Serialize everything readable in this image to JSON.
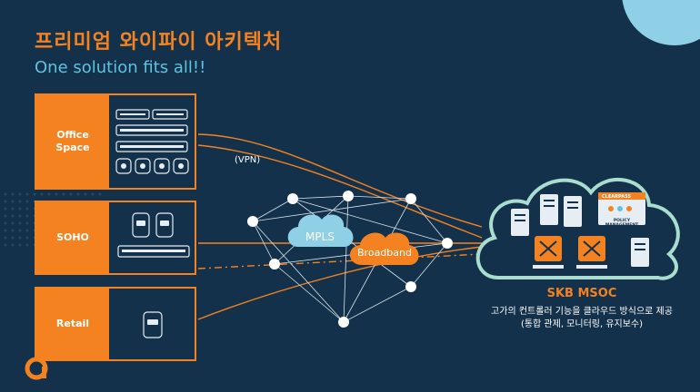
{
  "title": "프리미엄 와이파이 아키텍처",
  "subtitle": "One solution fits all!!",
  "sites": [
    {
      "label": "Office\nSpace"
    },
    {
      "label": "SOHO"
    },
    {
      "label": "Retail"
    }
  ],
  "network": {
    "vpn_label": "(VPN)",
    "mpls_label": "MPLS",
    "broadband_label": "Broadband"
  },
  "cloud": {
    "clearpass_label": "CLEARPASS",
    "policy_label": "POLICY\nMANAGEMENT",
    "name": "SKB MSOC",
    "desc_line1": "고가의 컨트롤러 기능을 클라우드 방식으로 제공",
    "desc_line2": "(통합 관제, 모니터링, 유지보수)"
  },
  "colors": {
    "background": "#13314a",
    "accent_orange": "#f58220",
    "accent_blue": "#5fc3e0",
    "cloud_blue": "#8fd0e6",
    "cloud_outline": "#a9ddd0"
  },
  "logo": {
    "icon": "brand-a-logo"
  }
}
